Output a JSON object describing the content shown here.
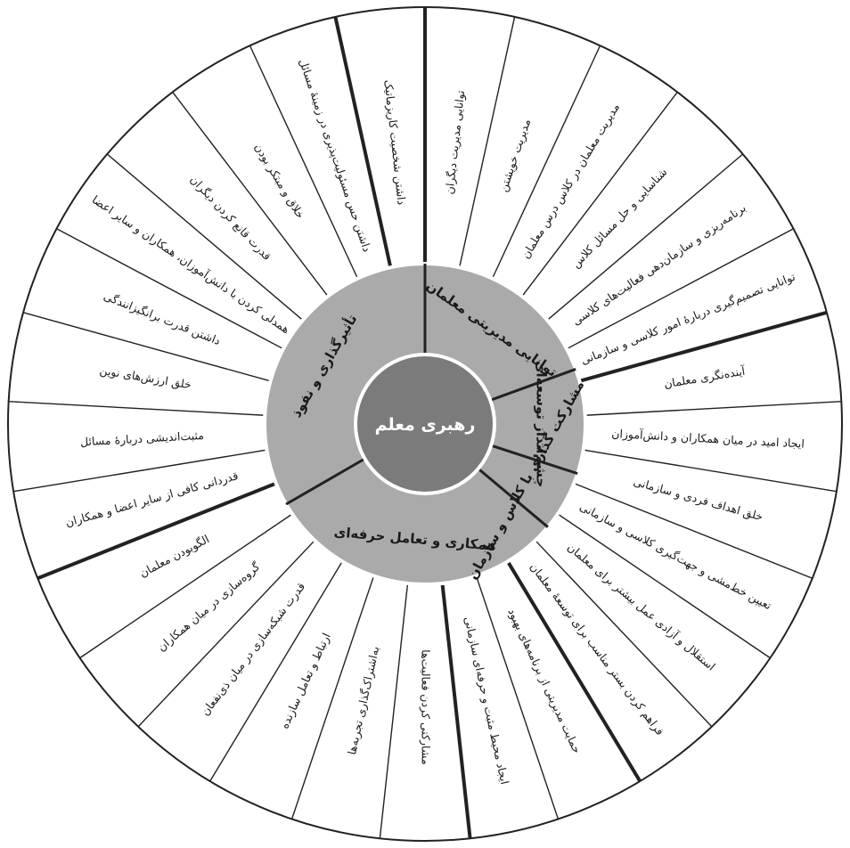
{
  "center": {
    "label": "رهبری معلم"
  },
  "colors": {
    "ring": "#aaaaaa",
    "center": "#7b7b7b",
    "outer": "#ffffff",
    "line": "#222222"
  },
  "dimensions": [
    {
      "label": "توانایی مدیریتی معلمان"
    },
    {
      "label": "چشم‌انداز توسعه‌ای"
    },
    {
      "label": "مشارکت گذاری با کلاس و سازمان"
    },
    {
      "label": "همکاری و تعامل حرفه‌ای"
    },
    {
      "label": "تأثیرگذاری و نفوذ"
    }
  ],
  "items": [
    {
      "label": "توانایی مدیریت دیگران"
    },
    {
      "label": "مدیریت خویشتن"
    },
    {
      "label": "مدیریت معلمان در کلاس درس معلمان"
    },
    {
      "label": "شناسایی و حل مسائل کلاس"
    },
    {
      "label": "برنامه‌ریزی و سازمان‌دهی فعالیت‌های کلاسی"
    },
    {
      "label": "توانایی تصمیم‌گیری دربارهٔ امور کلاسی و سازمانی"
    },
    {
      "label": "آینده‌نگری معلمان"
    },
    {
      "label": "ایجاد امید در میان همکاران و دانش‌آموزان"
    },
    {
      "label": "خلق اهداف فردی و سازمانی"
    },
    {
      "label": "تعیین خط‌مشی و جهت‌گیری کلاسی و سازمانی"
    },
    {
      "label": "استقلال و آزادی عمل بیشتر برای معلمان"
    },
    {
      "label": "فراهم کردن بستر مناسب برای توسعهٔ معلمان"
    },
    {
      "label": "حمایت مدیریتی از برنامه‌های بهبود"
    },
    {
      "label": "ایجاد محیط مثبت و حرفه‌ای سازمانی"
    },
    {
      "label": "مشارکتی کردن فعالیت‌ها"
    },
    {
      "label": "به‌اشتراک‌گذاری تجربه‌ها"
    },
    {
      "label": "ارتباط و تعامل سازنده"
    },
    {
      "label": "قدرت شبکه‌سازی در میان ذی‌نفعان"
    },
    {
      "label": "گروه‌سازی در میان همکاران"
    },
    {
      "label": "الگوبودن معلمان"
    },
    {
      "label": "قدردانی کافی از سایر اعضا و همکاران"
    },
    {
      "label": "مثبت‌اندیشی دربارهٔ مسائل"
    },
    {
      "label": "خلق ارزش‌های نوین"
    },
    {
      "label": "داشتن قدرت برانگیزانندگی"
    },
    {
      "label": "همدلی کردن با دانش‌آموزان، همکاران و سایر اعضا"
    },
    {
      "label": "قدرت قانع کردن دیگران"
    },
    {
      "label": "خلاق و مبتکر بودن"
    },
    {
      "label": "داشتن حس مسئولیت‌پذیری در زمینهٔ مسائل"
    },
    {
      "label": "داشتن شخصیت کاریزماتیک"
    }
  ]
}
